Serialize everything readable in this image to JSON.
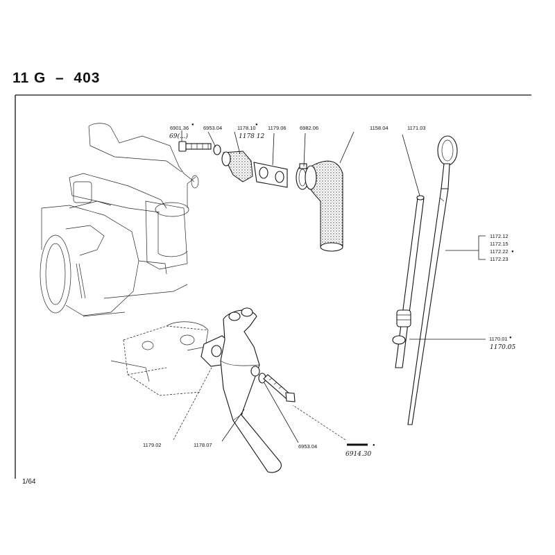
{
  "header": {
    "title": "11 G  –  403"
  },
  "footer": {
    "page": "1/64"
  },
  "callouts": {
    "screw": "6901.36",
    "screw_hand": "69(...)",
    "washer": "6953.04",
    "elbow": "1178.10",
    "elbow_hand": "1178 12",
    "gasket_top": "1179.06",
    "clip": "6982.06",
    "hose": "1158.04",
    "guide_tube": "1171.03",
    "dipstick_1": "1172.12",
    "dipstick_2": "1172.15",
    "dipstick_3": "1172.22",
    "dipstick_4": "1172.23",
    "seal": "1170.01",
    "seal_hand": "1170.05",
    "gasket_bottom": "1179.02",
    "intake_pipe": "1178.07",
    "washer_bottom": "6953.04",
    "bolt_hand": "6914.30"
  }
}
